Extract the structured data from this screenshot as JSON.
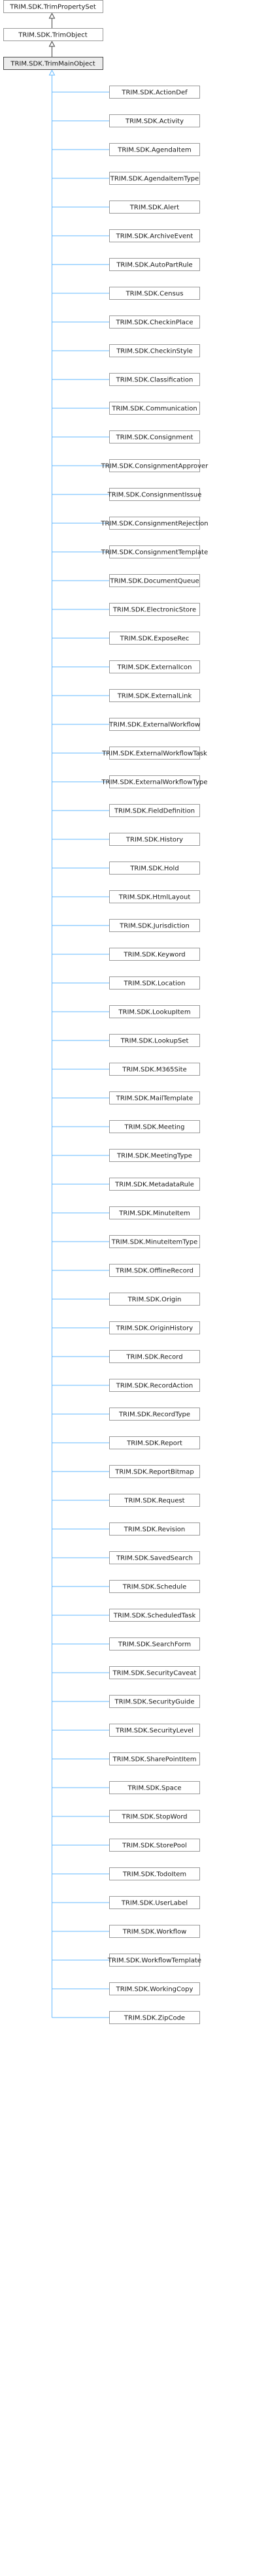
{
  "diagram": {
    "type": "inheritance-graph",
    "root": "TRIM.SDK.TrimPropertySet",
    "chain": [
      "TRIM.SDK.TrimPropertySet",
      "TRIM.SDK.TrimObject",
      "TRIM.SDK.TrimMainObject"
    ],
    "current": "TRIM.SDK.TrimMainObject",
    "children": [
      "TRIM.SDK.ActionDef",
      "TRIM.SDK.Activity",
      "TRIM.SDK.AgendaItem",
      "TRIM.SDK.AgendaItemType",
      "TRIM.SDK.Alert",
      "TRIM.SDK.ArchiveEvent",
      "TRIM.SDK.AutoPartRule",
      "TRIM.SDK.Census",
      "TRIM.SDK.CheckinPlace",
      "TRIM.SDK.CheckinStyle",
      "TRIM.SDK.Classification",
      "TRIM.SDK.Communication",
      "TRIM.SDK.Consignment",
      "TRIM.SDK.ConsignmentApprover",
      "TRIM.SDK.ConsignmentIssue",
      "TRIM.SDK.ConsignmentRejection",
      "TRIM.SDK.ConsignmentTemplate",
      "TRIM.SDK.DocumentQueue",
      "TRIM.SDK.ElectronicStore",
      "TRIM.SDK.ExposeRec",
      "TRIM.SDK.ExternalIcon",
      "TRIM.SDK.ExternalLink",
      "TRIM.SDK.ExternalWorkflow",
      "TRIM.SDK.ExternalWorkflowTask",
      "TRIM.SDK.ExternalWorkflowType",
      "TRIM.SDK.FieldDefinition",
      "TRIM.SDK.History",
      "TRIM.SDK.Hold",
      "TRIM.SDK.HtmlLayout",
      "TRIM.SDK.Jurisdiction",
      "TRIM.SDK.Keyword",
      "TRIM.SDK.Location",
      "TRIM.SDK.LookupItem",
      "TRIM.SDK.LookupSet",
      "TRIM.SDK.M365Site",
      "TRIM.SDK.MailTemplate",
      "TRIM.SDK.Meeting",
      "TRIM.SDK.MeetingType",
      "TRIM.SDK.MetadataRule",
      "TRIM.SDK.MinuteItem",
      "TRIM.SDK.MinuteItemType",
      "TRIM.SDK.OfflineRecord",
      "TRIM.SDK.Origin",
      "TRIM.SDK.OriginHistory",
      "TRIM.SDK.Record",
      "TRIM.SDK.RecordAction",
      "TRIM.SDK.RecordType",
      "TRIM.SDK.Report",
      "TRIM.SDK.ReportBitmap",
      "TRIM.SDK.Request",
      "TRIM.SDK.Revision",
      "TRIM.SDK.SavedSearch",
      "TRIM.SDK.Schedule",
      "TRIM.SDK.ScheduledTask",
      "TRIM.SDK.SearchForm",
      "TRIM.SDK.SecurityCaveat",
      "TRIM.SDK.SecurityGuide",
      "TRIM.SDK.SecurityLevel",
      "TRIM.SDK.SharePointItem",
      "TRIM.SDK.Space",
      "TRIM.SDK.StopWord",
      "TRIM.SDK.StorePool",
      "TRIM.SDK.TodoItem",
      "TRIM.SDK.UserLabel",
      "TRIM.SDK.Workflow",
      "TRIM.SDK.WorkflowTemplate",
      "TRIM.SDK.WorkingCopy",
      "TRIM.SDK.ZipCode"
    ],
    "colors": {
      "edge": "#63B8FF",
      "inheritance_arrow": "#404040",
      "node_border": "#9a9a9a",
      "current_fill": "#ececec"
    }
  }
}
